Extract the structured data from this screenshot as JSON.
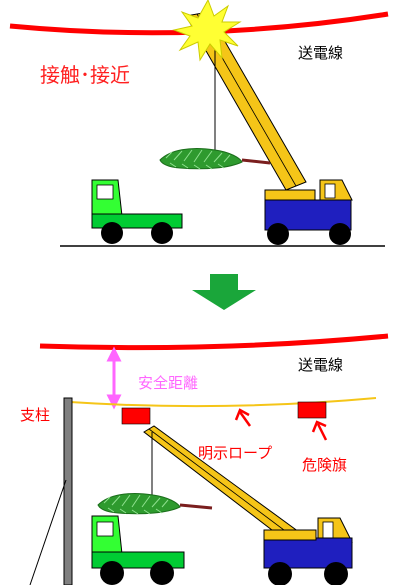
{
  "top_scene": {
    "contact_label": "接触･接近",
    "power_line_label": "送電線"
  },
  "bottom_scene": {
    "power_line_label": "送電線",
    "safe_distance_label": "安全距離",
    "pole_label": "支柱",
    "rope_label": "明示ロープ",
    "flag_label": "危険旗"
  },
  "colors": {
    "power_line": "#ff0000",
    "rope": "#f5c518",
    "flag": "#ff0000",
    "crane": "#f5c518",
    "truck_cab_light": "#33ff33",
    "truck_bed": "#00cc33",
    "crane_body": "#1f1fbf",
    "arrow_down": "#1aa63a",
    "distance_arrow": "#ff66ff",
    "spark": "#ffff33"
  }
}
